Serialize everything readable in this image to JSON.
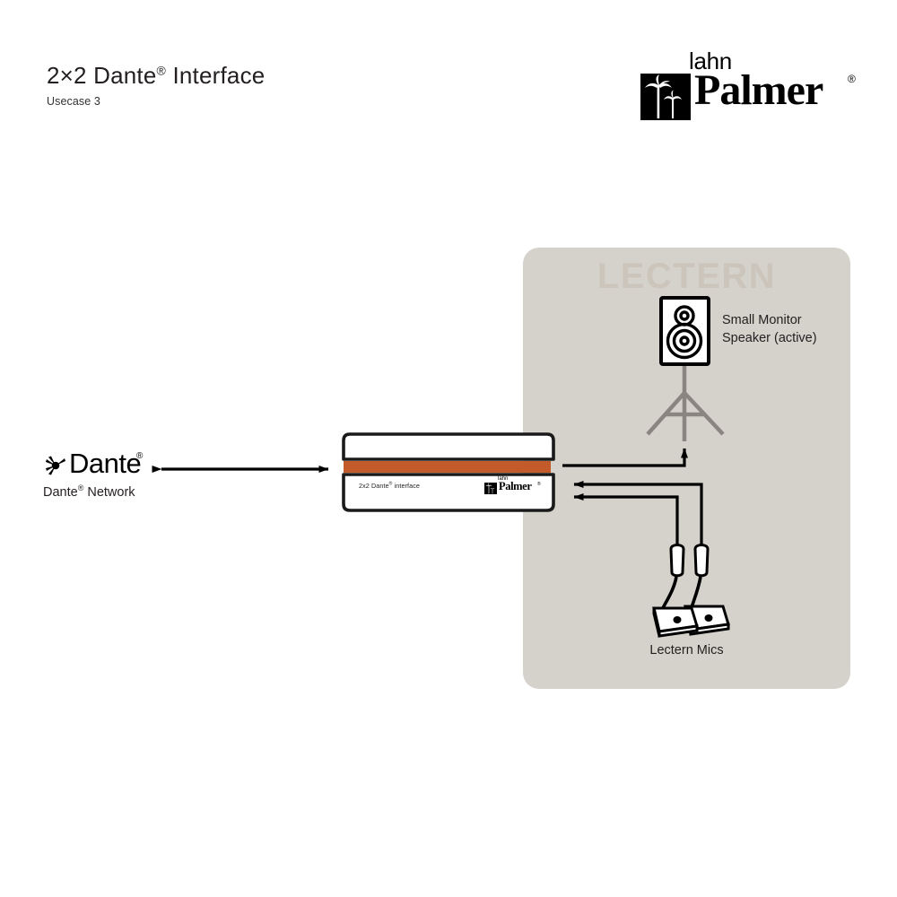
{
  "header": {
    "title_main": "2×2 Dante",
    "title_reg": "®",
    "title_tail": " Interface",
    "subtitle": "Usecase 3"
  },
  "brand_logo": {
    "top_word": "lahn",
    "name": "Palmer",
    "registered": "®",
    "mark_icon": "palm-trees-icon"
  },
  "lectern_zone": {
    "title": "LECTERN"
  },
  "speaker": {
    "label_line1": "Small Monitor",
    "label_line2": "Speaker (active)",
    "icon": "monitor-speaker-icon",
    "stand_icon": "tripod-stand-icon"
  },
  "microphones": {
    "label": "Lectern Mics",
    "icon": "gooseneck-microphone-icon",
    "count": 2
  },
  "dante_network": {
    "wordmark": "Dante",
    "wordmark_reg": "®",
    "logo_icon": "dante-asterisk-icon",
    "label_main": "Dante",
    "label_reg": "®",
    "label_tail": " Network"
  },
  "device": {
    "model_label": "2x2 Dante",
    "model_label_reg": "®",
    "model_label_tail": " interface",
    "brand_top": "lahn",
    "brand_name": "Palmer",
    "brand_reg": "®",
    "accent_color": "#c35a2a",
    "body_color": "#ffffff",
    "outline_color": "#1a1a1a"
  },
  "connections": [
    {
      "name": "dante-network-link",
      "type": "bidirectional",
      "from": "Dante® Network",
      "to": "2x2 Dante® interface"
    },
    {
      "name": "speaker-output-link",
      "type": "output",
      "from": "2x2 Dante® interface",
      "to": "Small Monitor Speaker (active)"
    },
    {
      "name": "mic-1-input-link",
      "type": "input",
      "from": "Lectern Mic 1",
      "to": "2x2 Dante® interface"
    },
    {
      "name": "mic-2-input-link",
      "type": "input",
      "from": "Lectern Mic 2",
      "to": "2x2 Dante® interface"
    }
  ],
  "colors": {
    "background": "#ffffff",
    "zone_fill": "#d5d1cb",
    "zone_title": "#cbc5bc",
    "accent_orange": "#c35a2a",
    "line": "#000000",
    "stand_gray": "#8a8580",
    "text": "#231f20"
  }
}
